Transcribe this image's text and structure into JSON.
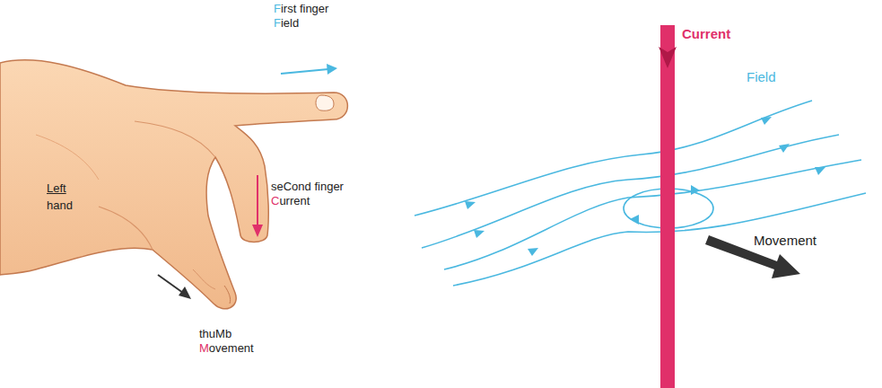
{
  "diagram": {
    "labels": [
      "First finger",
      "Field",
      "seCond finger",
      "Current",
      "thuMb",
      "Movement",
      "Left",
      "hand",
      "Current",
      "Field",
      "Movement"
    ]
  }
}
